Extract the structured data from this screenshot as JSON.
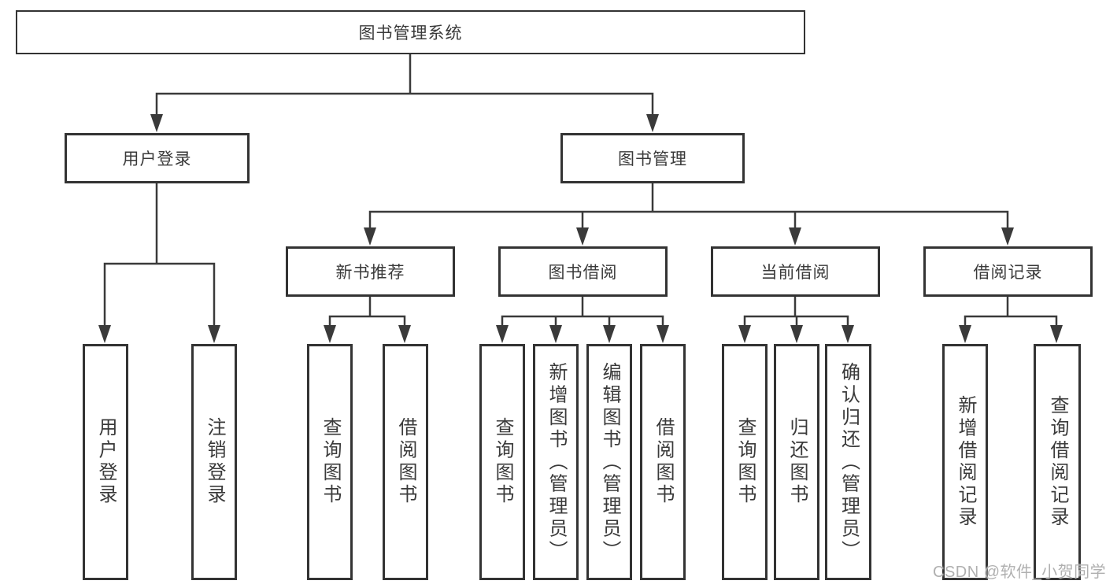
{
  "tree": {
    "root": {
      "label": "图书管理系统",
      "children": [
        {
          "label": "用户登录",
          "children": [
            {
              "label": "用户登录"
            },
            {
              "label": "注销登录"
            }
          ]
        },
        {
          "label": "图书管理",
          "children": [
            {
              "label": "新书推荐",
              "children": [
                {
                  "label": "查询图书"
                },
                {
                  "label": "借阅图书"
                }
              ]
            },
            {
              "label": "图书借阅",
              "children": [
                {
                  "label": "查询图书"
                },
                {
                  "label": "新增图书（管理员）"
                },
                {
                  "label": "编辑图书（管理员）"
                },
                {
                  "label": "借阅图书"
                }
              ]
            },
            {
              "label": "当前借阅",
              "children": [
                {
                  "label": "查询图书"
                },
                {
                  "label": "归还图书"
                },
                {
                  "label": "确认归还（管理员）"
                }
              ]
            },
            {
              "label": "借阅记录",
              "children": [
                {
                  "label": "新增借阅记录"
                },
                {
                  "label": "查询借阅记录"
                }
              ]
            }
          ]
        }
      ]
    }
  },
  "watermark": {
    "text": "CSDN @软件_小贺同学"
  },
  "colors": {
    "line": "#3a3a3a",
    "box_border": "#333333",
    "text": "#3a3a3a",
    "watermark": "#b0b0b0",
    "background": "#ffffff"
  }
}
